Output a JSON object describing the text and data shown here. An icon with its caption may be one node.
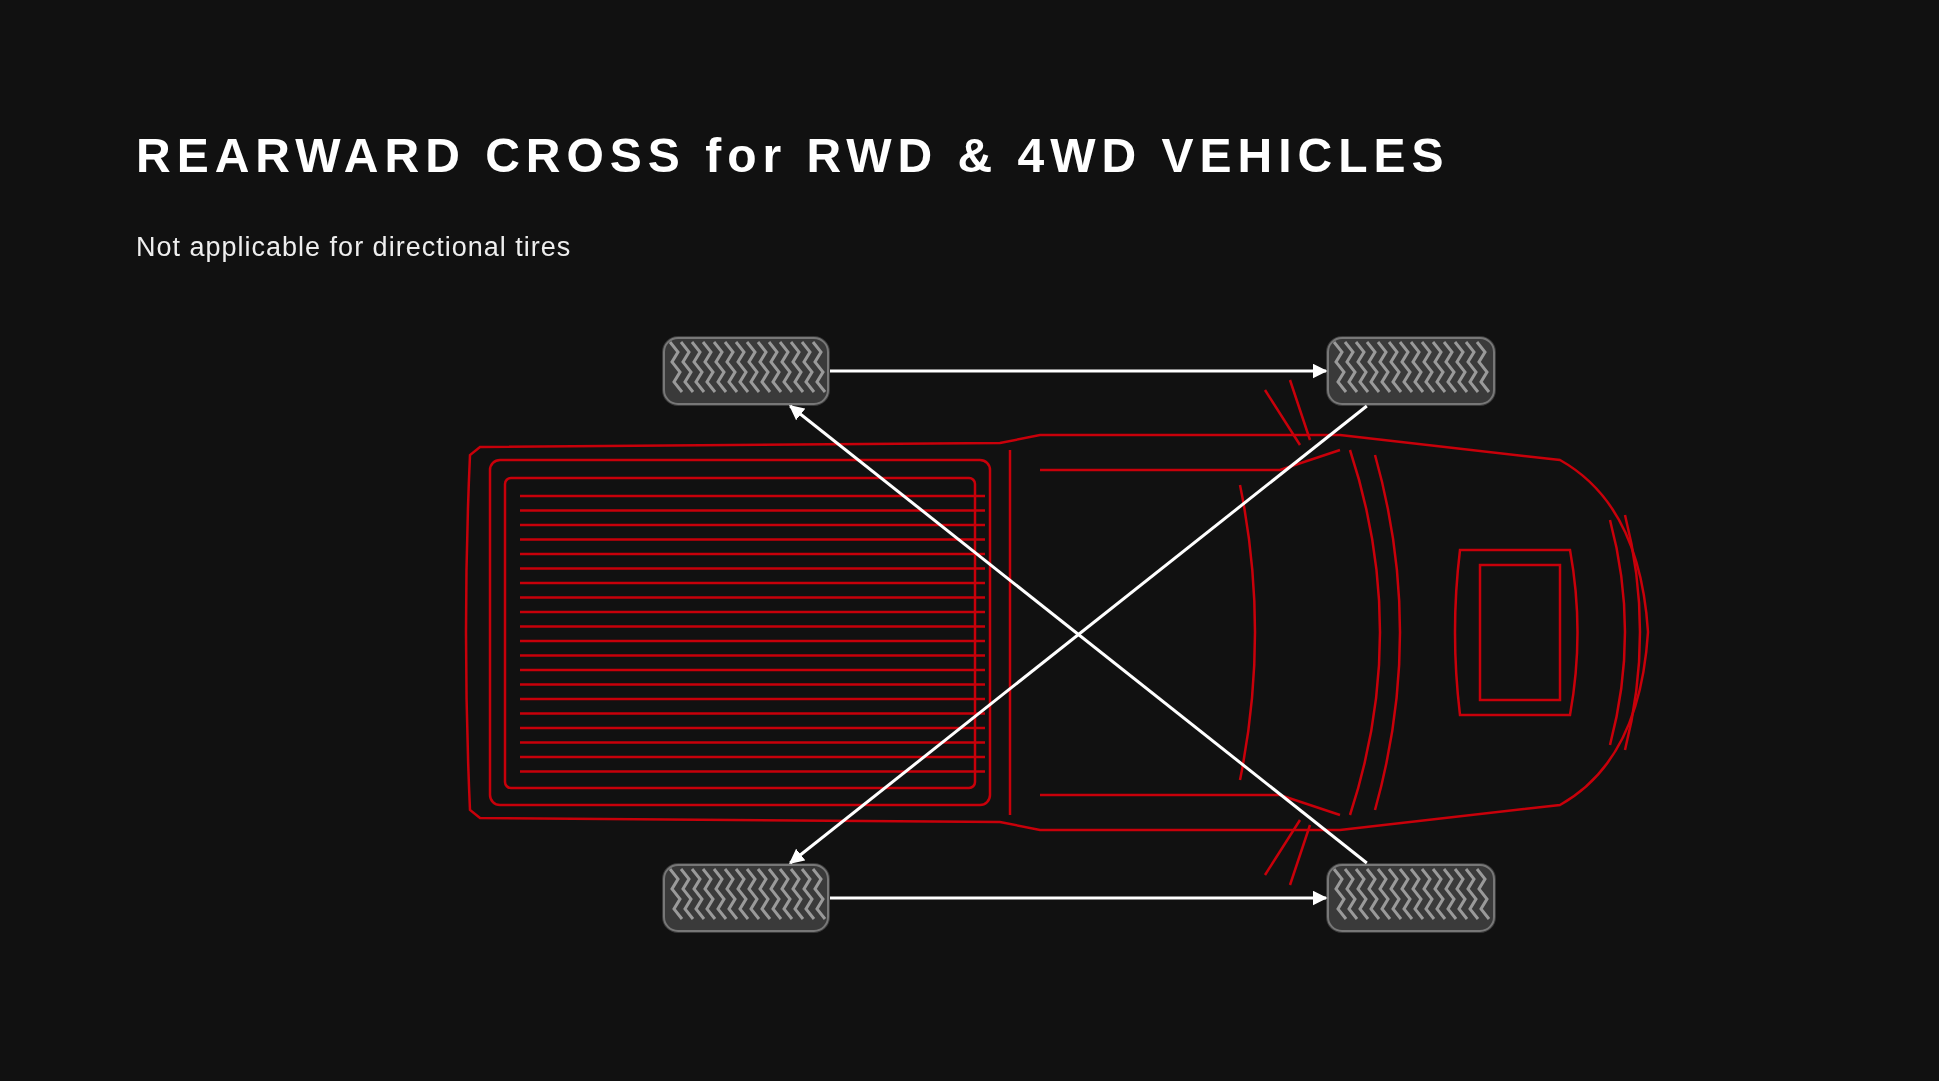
{
  "diagram": {
    "title": "REARWARD CROSS for RWD & 4WD VEHICLES",
    "nodes": [
      {
        "text": [],
        "shape": "picture"
      },
      {
        "text": [],
        "shape": "picture"
      },
      {
        "text": [],
        "shape": "picture"
      },
      {
        "text": [],
        "shape": "picture"
      }
    ],
    "edges": [
      {
        "from": 0,
        "to": 1,
        "arrow": "to"
      },
      {
        "from": 3,
        "to": 0,
        "arrow": "to"
      },
      {
        "from": 1,
        "to": 2,
        "arrow": "to"
      },
      {
        "from": 2,
        "to": 3,
        "arrow": "to"
      }
    ],
    "labels": [
      "Not applicable for directional tires"
    ]
  }
}
